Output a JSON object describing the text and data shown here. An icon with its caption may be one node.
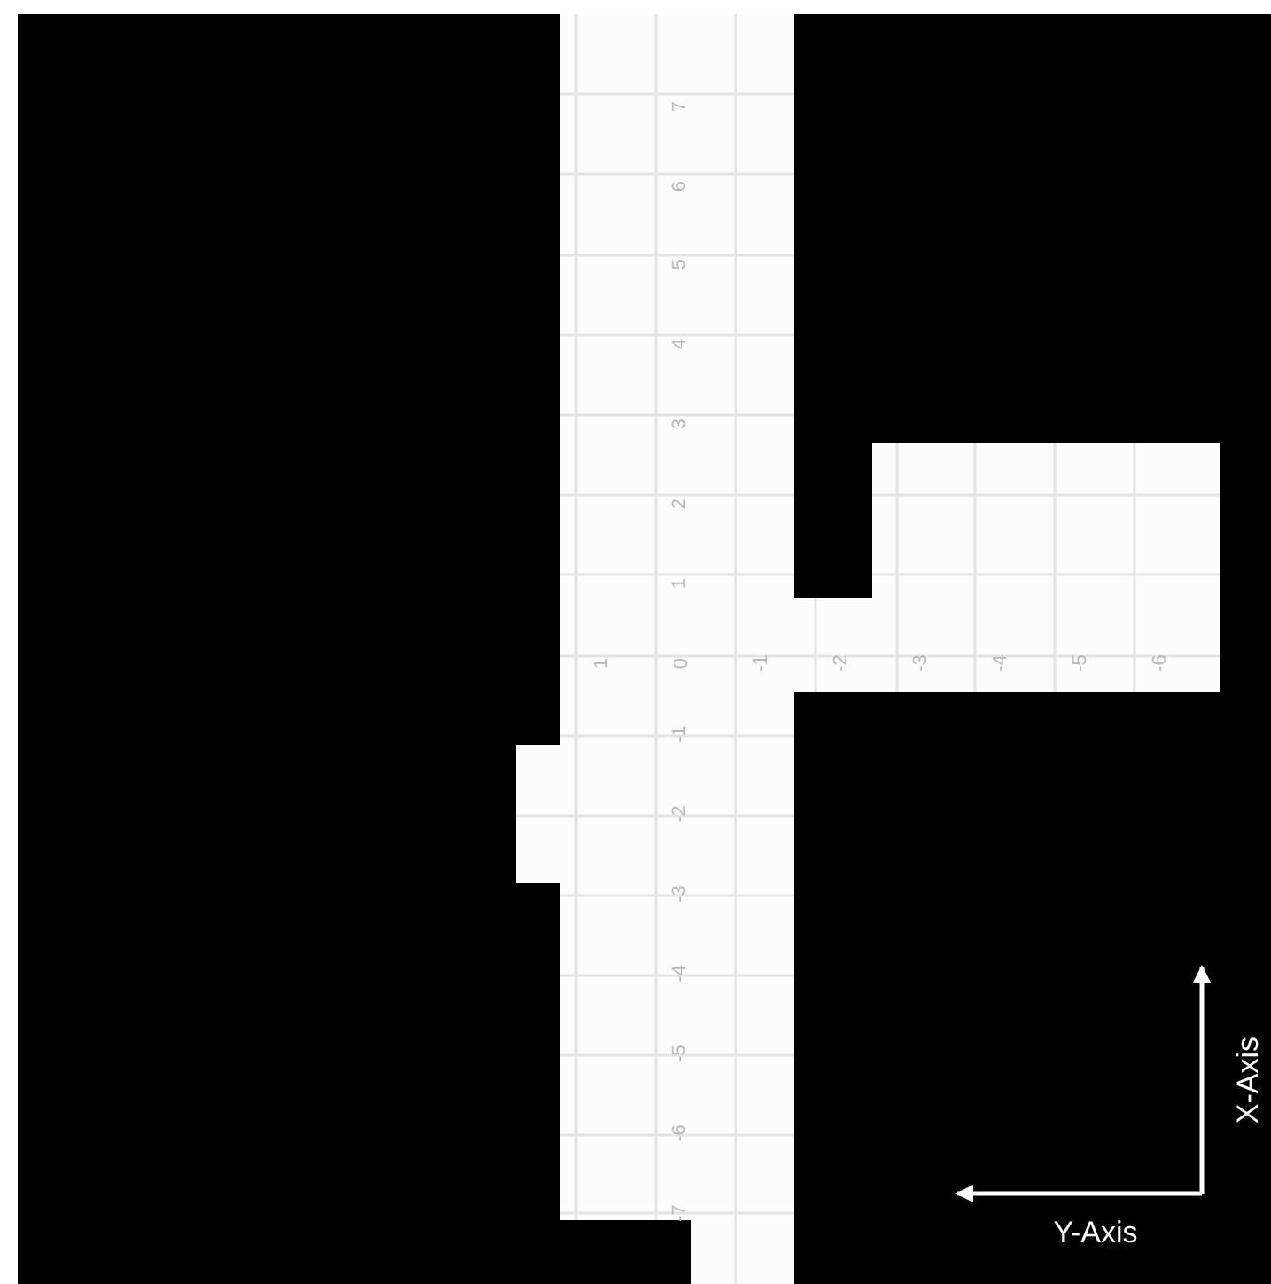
{
  "diagram": {
    "labels": [
      "7",
      "6",
      "5",
      "4",
      "3",
      "2",
      "1",
      "1",
      "0",
      "-1",
      "-2",
      "-3",
      "-4",
      "-5",
      "-6",
      "-1",
      "-2",
      "-3",
      "-4",
      "-5",
      "-6",
      "-7",
      "X-Axis",
      "Y-Axis"
    ]
  }
}
